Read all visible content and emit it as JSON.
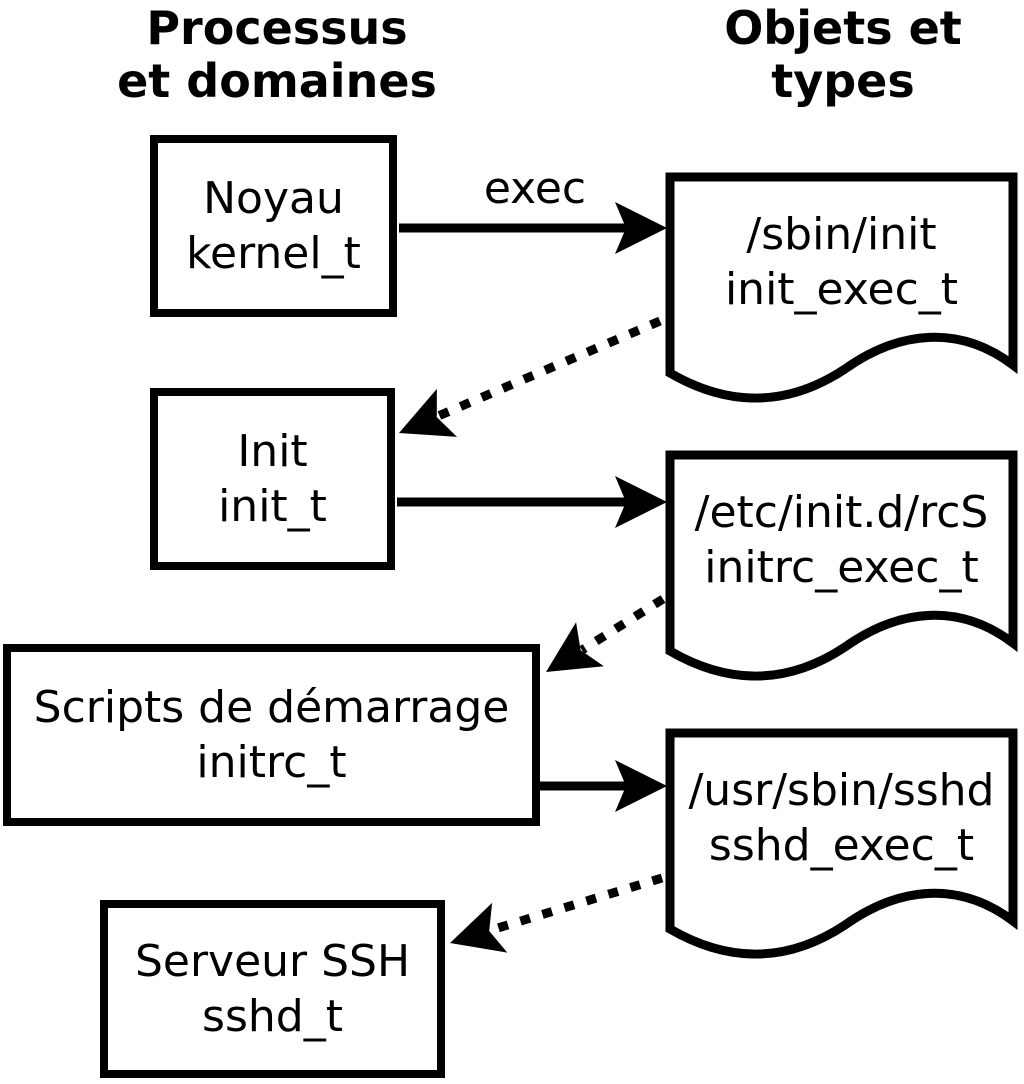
{
  "headers": {
    "left": {
      "line1": "Processus",
      "line2": "et domaines"
    },
    "right": {
      "line1": "Objets et",
      "line2": "types"
    }
  },
  "processes": [
    {
      "name": "Noyau",
      "type": "kernel_t"
    },
    {
      "name": "Init",
      "type": "init_t"
    },
    {
      "name": "Scripts de démarrage",
      "type": "initrc_t"
    },
    {
      "name": "Serveur SSH",
      "type": "sshd_t"
    }
  ],
  "objects": [
    {
      "path": "/sbin/init",
      "type": "init_exec_t"
    },
    {
      "path": "/etc/init.d/rcS",
      "type": "initrc_exec_t"
    },
    {
      "path": "/usr/sbin/sshd",
      "type": "sshd_exec_t"
    }
  ],
  "edges": {
    "exec_label": "exec"
  },
  "colors": {
    "stroke": "#000000",
    "background": "#ffffff"
  }
}
